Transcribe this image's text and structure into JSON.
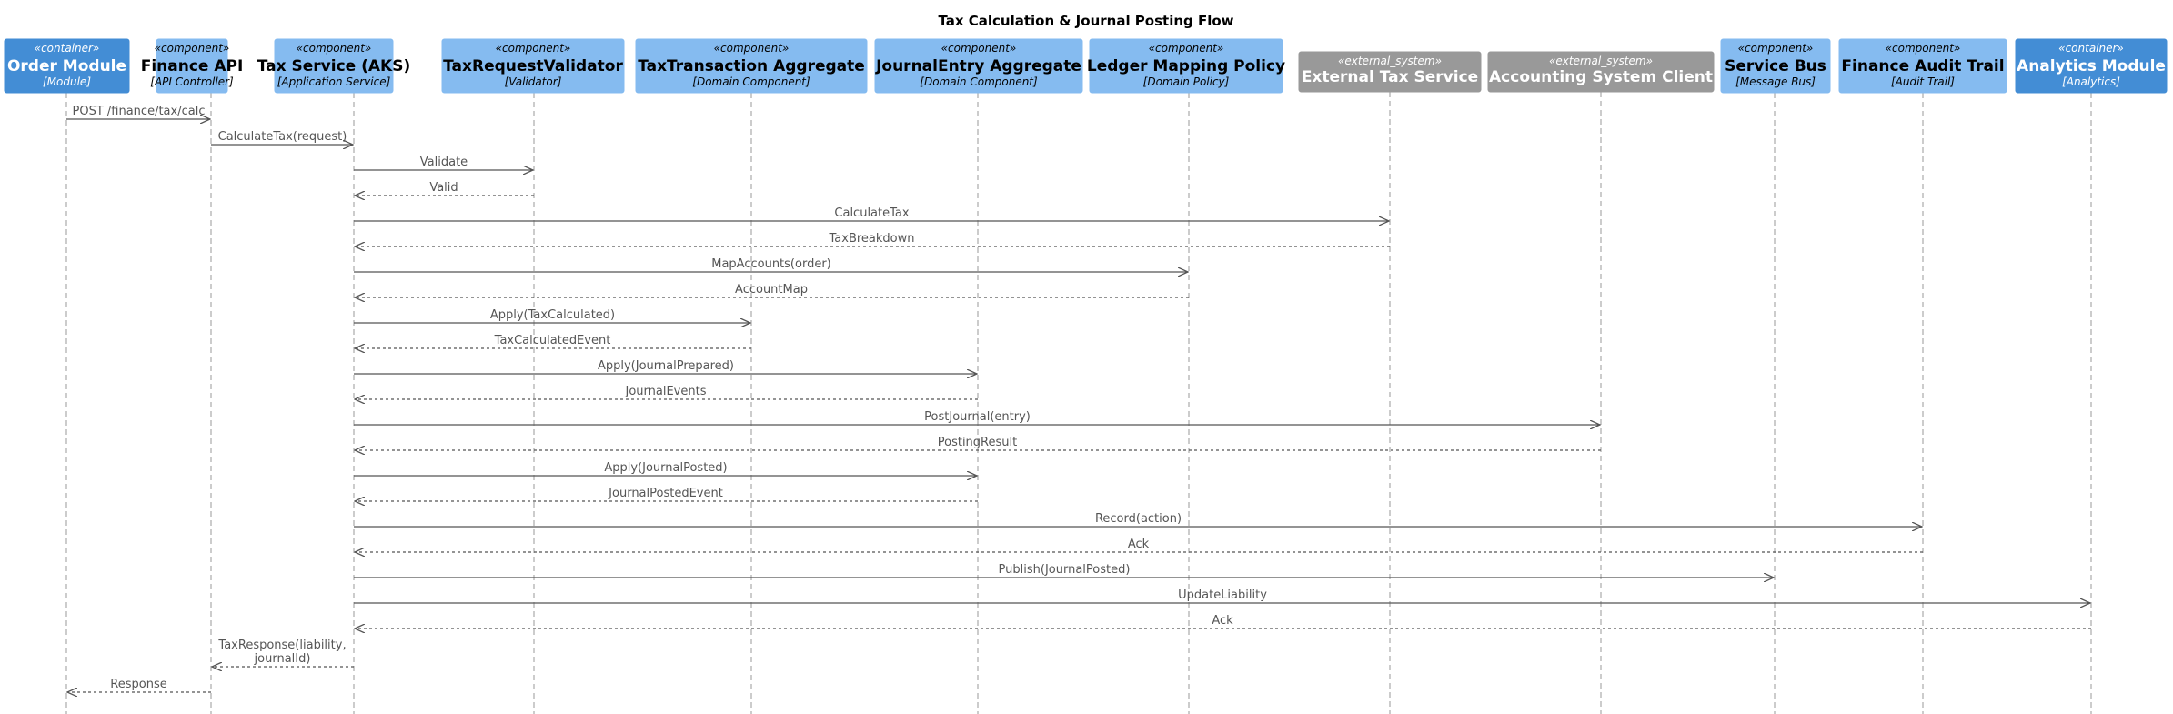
{
  "title": "Tax Calculation & Journal Posting Flow",
  "colors": {
    "container": "#438dd5",
    "component": "#85bbf0",
    "external_system": "#999999",
    "line": "#555555",
    "lifeline": "#9a9a9a"
  },
  "participants": [
    {
      "id": "order",
      "stereotype": "«container»",
      "name": "Order Module",
      "tech": "[Module]",
      "kind": "container"
    },
    {
      "id": "finapi",
      "stereotype": "«component»",
      "name": "Finance API",
      "tech": "[API Controller]",
      "kind": "component"
    },
    {
      "id": "taxsvc",
      "stereotype": "«component»",
      "name": "Tax Service (AKS)",
      "tech": "[Application Service]",
      "kind": "component"
    },
    {
      "id": "validator",
      "stereotype": "«component»",
      "name": "TaxRequestValidator",
      "tech": "[Validator]",
      "kind": "component"
    },
    {
      "id": "taxagg",
      "stereotype": "«component»",
      "name": "TaxTransaction Aggregate",
      "tech": "[Domain Component]",
      "kind": "component"
    },
    {
      "id": "journalagg",
      "stereotype": "«component»",
      "name": "JournalEntry Aggregate",
      "tech": "[Domain Component]",
      "kind": "component"
    },
    {
      "id": "ledger",
      "stereotype": "«component»",
      "name": "Ledger Mapping Policy",
      "tech": "[Domain Policy]",
      "kind": "component"
    },
    {
      "id": "exttax",
      "stereotype": "«external_system»",
      "name": "External Tax Service",
      "tech": "",
      "kind": "external_system"
    },
    {
      "id": "acct",
      "stereotype": "«external_system»",
      "name": "Accounting System Client",
      "tech": "",
      "kind": "external_system"
    },
    {
      "id": "bus",
      "stereotype": "«component»",
      "name": "Service Bus",
      "tech": "[Message Bus]",
      "kind": "component"
    },
    {
      "id": "audit",
      "stereotype": "«component»",
      "name": "Finance Audit Trail",
      "tech": "[Audit Trail]",
      "kind": "component"
    },
    {
      "id": "analytics",
      "stereotype": "«container»",
      "name": "Analytics Module",
      "tech": "[Analytics]",
      "kind": "container"
    }
  ],
  "messages": [
    {
      "from": "order",
      "to": "finapi",
      "label": [
        "POST /finance/tax/calc"
      ],
      "return": false
    },
    {
      "from": "finapi",
      "to": "taxsvc",
      "label": [
        "CalculateTax(request)"
      ],
      "return": false
    },
    {
      "from": "taxsvc",
      "to": "validator",
      "label": [
        "Validate"
      ],
      "return": false
    },
    {
      "from": "validator",
      "to": "taxsvc",
      "label": [
        "Valid"
      ],
      "return": true
    },
    {
      "from": "taxsvc",
      "to": "exttax",
      "label": [
        "CalculateTax"
      ],
      "return": false
    },
    {
      "from": "exttax",
      "to": "taxsvc",
      "label": [
        "TaxBreakdown"
      ],
      "return": true
    },
    {
      "from": "taxsvc",
      "to": "ledger",
      "label": [
        "MapAccounts(order)"
      ],
      "return": false
    },
    {
      "from": "ledger",
      "to": "taxsvc",
      "label": [
        "AccountMap"
      ],
      "return": true
    },
    {
      "from": "taxsvc",
      "to": "taxagg",
      "label": [
        "Apply(TaxCalculated)"
      ],
      "return": false
    },
    {
      "from": "taxagg",
      "to": "taxsvc",
      "label": [
        "TaxCalculatedEvent"
      ],
      "return": true
    },
    {
      "from": "taxsvc",
      "to": "journalagg",
      "label": [
        "Apply(JournalPrepared)"
      ],
      "return": false
    },
    {
      "from": "journalagg",
      "to": "taxsvc",
      "label": [
        "JournalEvents"
      ],
      "return": true
    },
    {
      "from": "taxsvc",
      "to": "acct",
      "label": [
        "PostJournal(entry)"
      ],
      "return": false
    },
    {
      "from": "acct",
      "to": "taxsvc",
      "label": [
        "PostingResult"
      ],
      "return": true
    },
    {
      "from": "taxsvc",
      "to": "journalagg",
      "label": [
        "Apply(JournalPosted)"
      ],
      "return": false
    },
    {
      "from": "journalagg",
      "to": "taxsvc",
      "label": [
        "JournalPostedEvent"
      ],
      "return": true
    },
    {
      "from": "taxsvc",
      "to": "audit",
      "label": [
        "Record(action)"
      ],
      "return": false
    },
    {
      "from": "audit",
      "to": "taxsvc",
      "label": [
        "Ack"
      ],
      "return": true
    },
    {
      "from": "taxsvc",
      "to": "bus",
      "label": [
        "Publish(JournalPosted)"
      ],
      "return": false
    },
    {
      "from": "taxsvc",
      "to": "analytics",
      "label": [
        "UpdateLiability"
      ],
      "return": false
    },
    {
      "from": "analytics",
      "to": "taxsvc",
      "label": [
        "Ack"
      ],
      "return": true
    },
    {
      "from": "taxsvc",
      "to": "finapi",
      "label": [
        "TaxResponse(liability,",
        "journalId)"
      ],
      "return": true
    },
    {
      "from": "finapi",
      "to": "order",
      "label": [
        "Response"
      ],
      "return": true
    }
  ]
}
